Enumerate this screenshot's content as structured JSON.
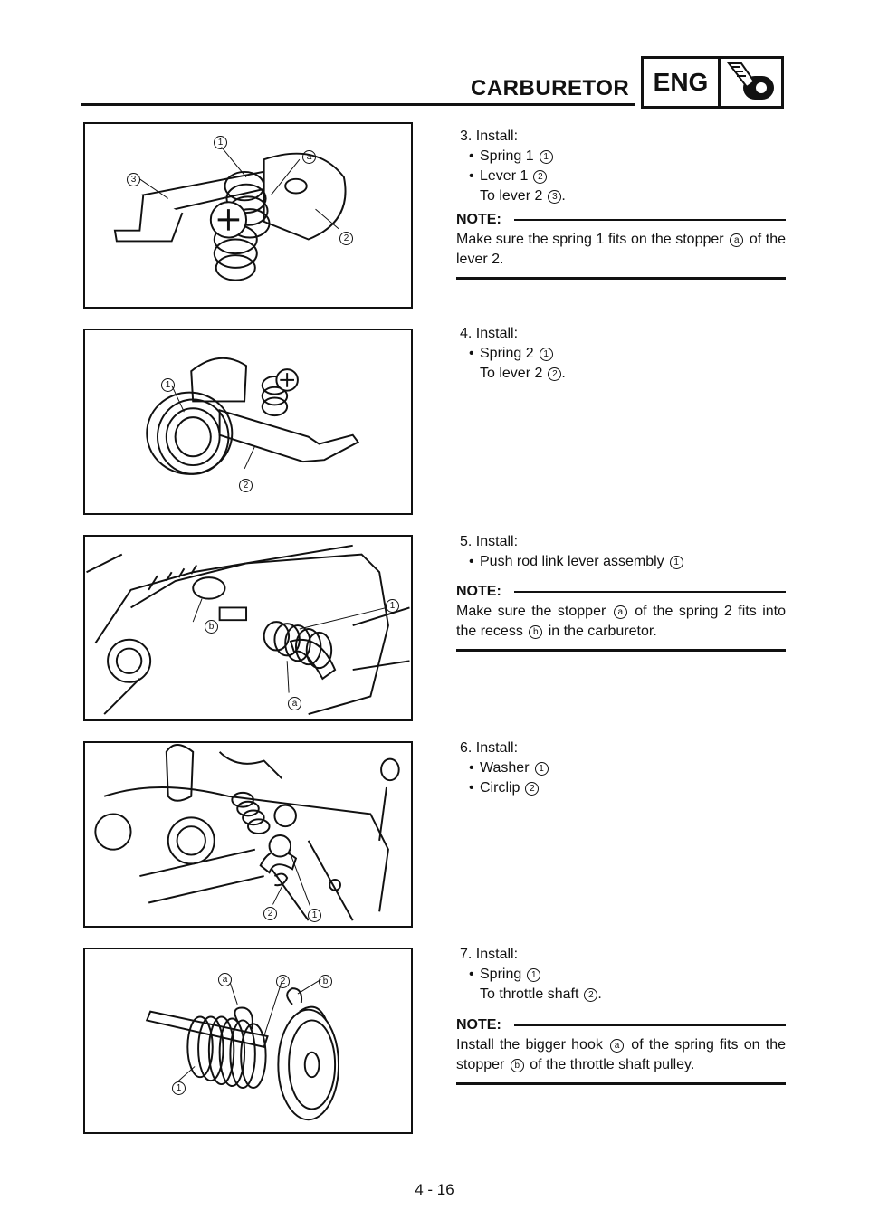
{
  "header": {
    "section": "CARBURETOR",
    "tag": "ENG",
    "tag_icon": "wrench-icon"
  },
  "steps": [
    {
      "title": "3. Install:",
      "bullets": [
        {
          "text": "Spring 1",
          "ref": "1"
        },
        {
          "text": "Lever 1",
          "ref": "2"
        }
      ],
      "sub": {
        "text": "To lever 2",
        "ref": "3"
      }
    },
    {
      "title": "4. Install:",
      "bullets": [
        {
          "text": "Spring 2",
          "ref": "1"
        }
      ],
      "sub": {
        "text": "To lever 2",
        "ref": "2"
      }
    },
    {
      "title": "5. Install:",
      "bullets": [
        {
          "text": "Push rod link lever assembly",
          "ref": "1"
        }
      ]
    },
    {
      "title": "6. Install:",
      "bullets": [
        {
          "text": "Washer",
          "ref": "1"
        },
        {
          "text": "Circlip",
          "ref": "2"
        }
      ]
    },
    {
      "title": "7. Install:",
      "bullets": [
        {
          "text": "Spring",
          "ref": "1"
        }
      ],
      "sub": {
        "text": "To throttle shaft",
        "ref": "2"
      }
    }
  ],
  "notes": [
    {
      "label": "NOTE:",
      "t1": "Make sure the spring 1 fits on the stopper",
      "r1": "a",
      "t2": "of the lever 2."
    },
    {
      "label": "NOTE:",
      "t1": "Make sure the stopper",
      "r1": "a",
      "t2": "of the spring 2 fits into the recess",
      "r2": "b",
      "t3": "in the carburetor."
    },
    {
      "label": "NOTE:",
      "t1": "Install the bigger hook",
      "r1": "a",
      "t2": "of the spring fits on the stopper",
      "r2": "b",
      "t3": "of the throttle shaft pulley."
    }
  ],
  "figures": [
    {
      "callouts": [
        "1",
        "a",
        "3",
        "2"
      ]
    },
    {
      "callouts": [
        "1",
        "2"
      ]
    },
    {
      "callouts": [
        "1",
        "b",
        "a"
      ]
    },
    {
      "callouts": [
        "2",
        "1"
      ]
    },
    {
      "callouts": [
        "a",
        "2",
        "b",
        "1"
      ]
    }
  ],
  "page_number": "4 - 16"
}
